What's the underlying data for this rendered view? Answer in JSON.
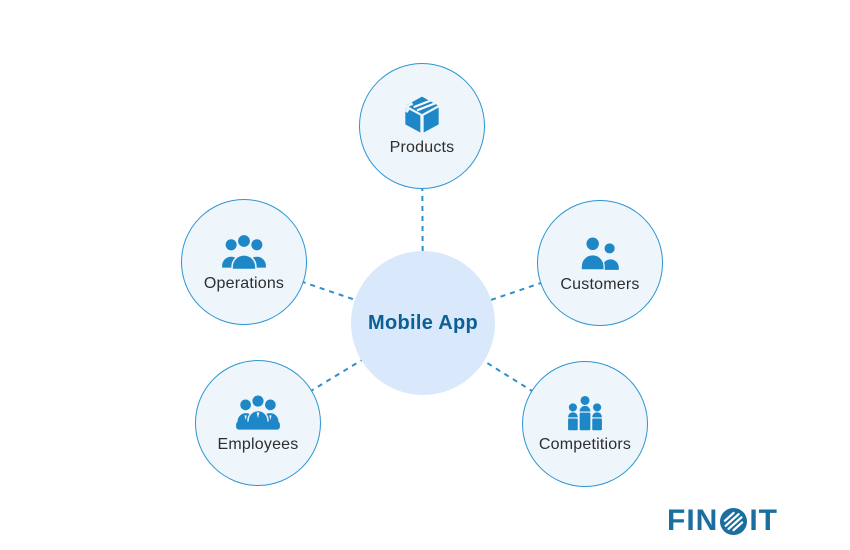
{
  "diagram": {
    "center": {
      "label": "Mobile App"
    },
    "nodes": [
      {
        "id": "products",
        "label": "Products",
        "icon": "package-box-icon"
      },
      {
        "id": "operations",
        "label": "Operations",
        "icon": "people-group-icon"
      },
      {
        "id": "customers",
        "label": "Customers",
        "icon": "two-customers-icon"
      },
      {
        "id": "employees",
        "label": "Employees",
        "icon": "employees-team-icon"
      },
      {
        "id": "competitiors",
        "label": "Competitiors",
        "icon": "podium-people-icon"
      }
    ]
  },
  "logo": {
    "prefix": "FIN",
    "suffix": "IT"
  },
  "colors": {
    "node_border": "#2e96d1",
    "node_fill": "#eef5fb",
    "center_fill": "#d9e8fa",
    "center_text": "#0d6093",
    "icon_blue": "#1d87c7",
    "connector": "#2e8fc9",
    "label_text": "#2e2e2e",
    "logo_blue": "#1b6f9e"
  }
}
